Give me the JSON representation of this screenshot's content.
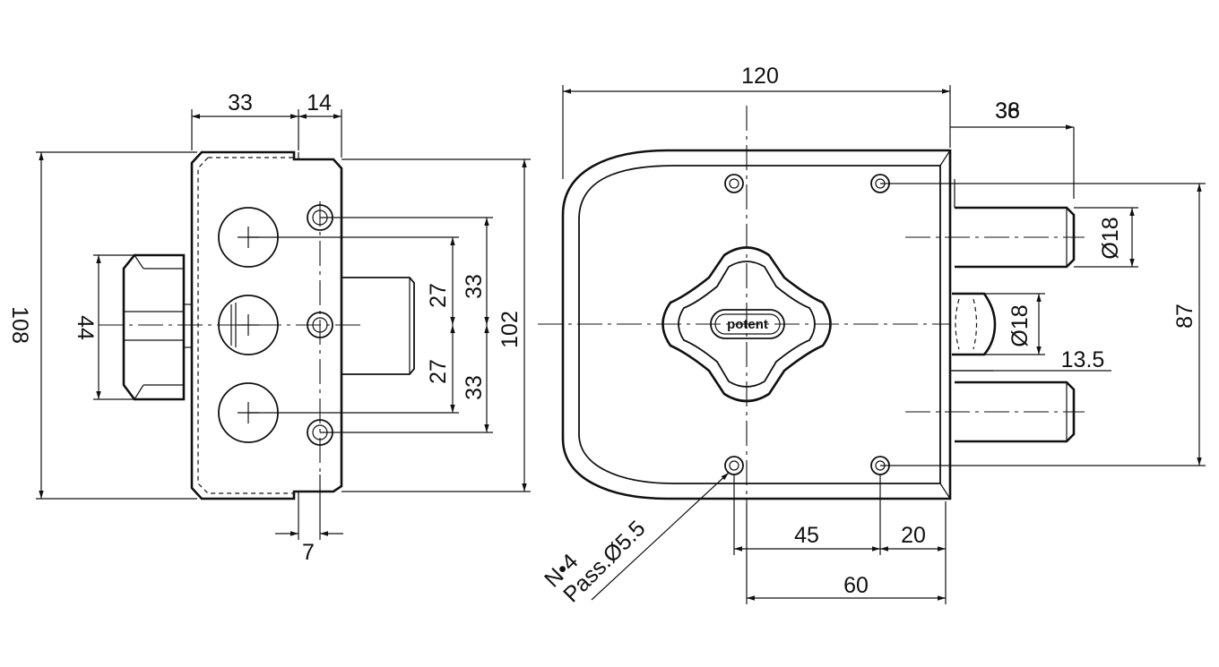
{
  "side_view": {
    "dims": {
      "width_33": "33",
      "width_14": "14",
      "height_108": "108",
      "knob_44": "44",
      "space_27_top": "27",
      "space_27_bottom": "27",
      "space_33_top": "33",
      "space_33_bottom": "33",
      "height_102": "102",
      "offset_7": "7"
    }
  },
  "front_view": {
    "brand_logo": "potent",
    "dims": {
      "width_120": "120",
      "projection_38": "38",
      "projection_36": "36",
      "bolt_diameter_top": "Ø18",
      "latch_diameter": "Ø18",
      "latch_13_5": "13.5",
      "height_87": "87",
      "spacing_45": "45",
      "spacing_20": "20",
      "spacing_60": "60"
    },
    "note": {
      "count": "N•4",
      "holes": "Pass.Ø5.5"
    }
  }
}
